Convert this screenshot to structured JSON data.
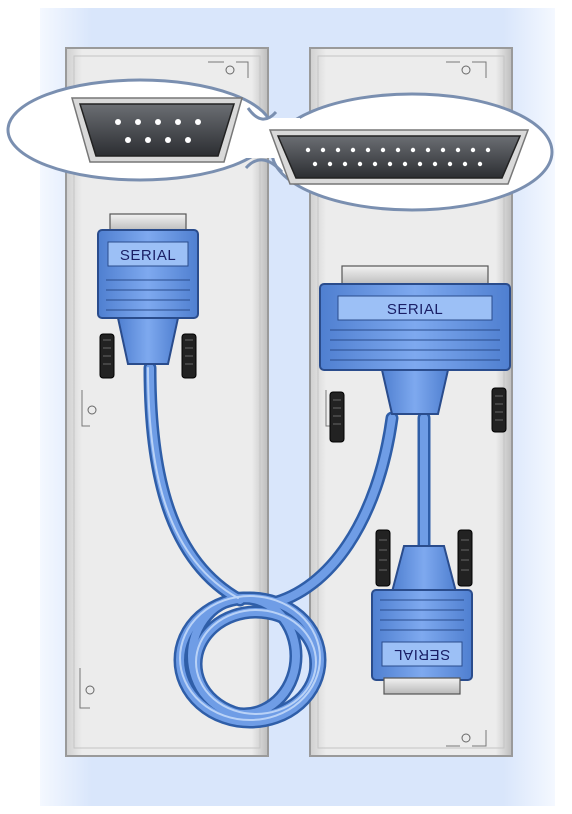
{
  "connectors": {
    "left_label": "SERIAL",
    "right_label": "SERIAL",
    "bottom_label": "SERIAL"
  },
  "colors": {
    "background": "#dbe8fb",
    "panel": "#e8e8e8",
    "cable": "#5d8fd6",
    "connector_blue": "#6f9de6",
    "port_dark": "#3b3d41"
  }
}
